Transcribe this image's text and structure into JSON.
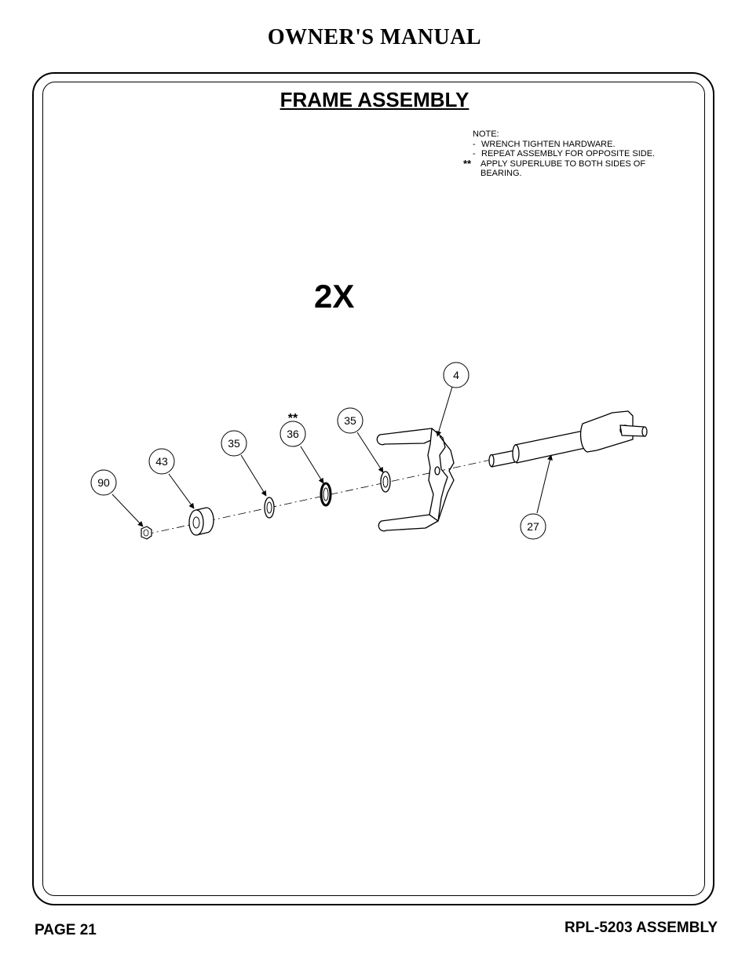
{
  "header": {
    "title": "OWNER'S MANUAL"
  },
  "section": {
    "title": "FRAME ASSEMBLY"
  },
  "notes": {
    "heading": "NOTE:",
    "items": [
      {
        "mark": "-",
        "text": "WRENCH TIGHTEN HARDWARE."
      },
      {
        "mark": "-",
        "text": "REPEAT ASSEMBLY FOR OPPOSITE SIDE."
      },
      {
        "mark": "**",
        "text": "APPLY SUPERLUBE TO BOTH SIDES OF"
      },
      {
        "mark": "",
        "text": "BEARING."
      }
    ]
  },
  "diagram": {
    "quantity": "2X",
    "callouts": {
      "c4": "4",
      "c27": "27",
      "c35a": "35",
      "c35b": "35",
      "c36": "36",
      "c36_mark": "**",
      "c43": "43",
      "c90": "90"
    }
  },
  "footer": {
    "page": "PAGE 21",
    "doc": "RPL-5203 ASSEMBLY"
  }
}
